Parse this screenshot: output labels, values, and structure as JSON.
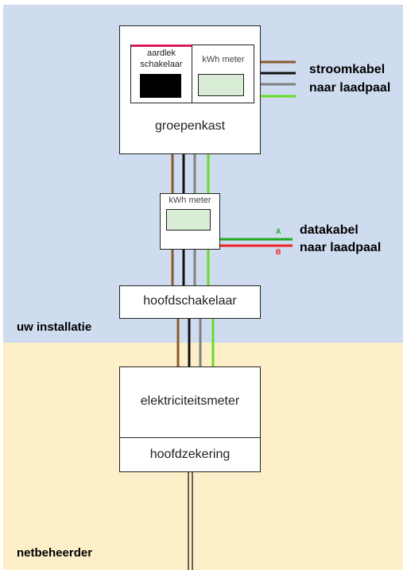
{
  "zones": {
    "installation_label": "uw installatie",
    "grid_operator_label": "netbeheerder"
  },
  "groepenkast": {
    "label": "groepenkast",
    "rcd_label_line1": "aardlek",
    "rcd_label_line2": "schakelaar",
    "meter_label": "kWh meter"
  },
  "sub_meter": {
    "label": "kWh meter"
  },
  "hoofdschakelaar": {
    "label": "hoofdschakelaar"
  },
  "elektriciteitsmeter": {
    "label": "elektriciteitsmeter"
  },
  "hoofdzekering": {
    "label": "hoofdzekering"
  },
  "power_cable": {
    "line1": "stroomkabel",
    "line2": "naar laadpaal"
  },
  "data_cable": {
    "line1": "datakabel",
    "line2": "naar laadpaal",
    "wire_a_label": "A",
    "wire_b_label": "B"
  },
  "colors": {
    "zone_top": "#cfdcf0",
    "zone_bottom": "#fdefc8",
    "wire_brown": "#8b5a2b",
    "wire_black": "#111111",
    "wire_grey": "#808080",
    "wire_green": "#66dd22",
    "data_green": "#22aa22",
    "data_red": "#ee2222",
    "rcd_top_bar": "#d81b60"
  }
}
